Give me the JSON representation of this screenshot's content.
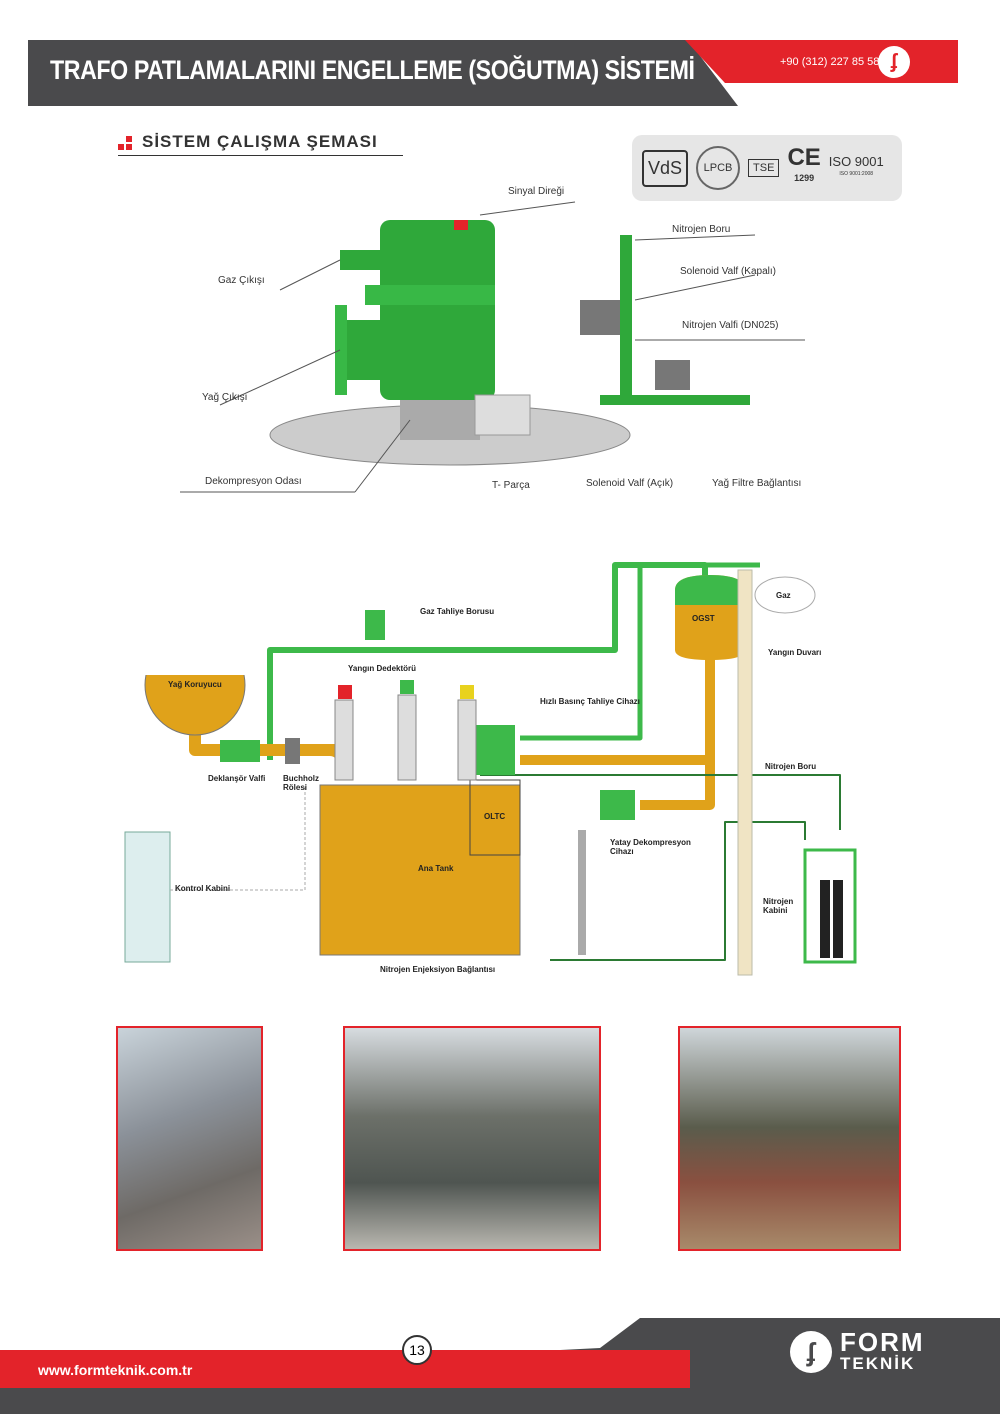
{
  "header": {
    "title": "TRAFO PATLAMALARINI ENGELLEME (SOĞUTMA) SİSTEMİ",
    "phone": "+90 (312) 227 85 58"
  },
  "section_title": "SİSTEM ÇALIŞMA ŞEMASI",
  "certifications": {
    "vds": "VdS",
    "lpcb": "LPCB",
    "tse": "TSE",
    "ce": "CE",
    "ce_number": "1299",
    "iso": "ISO 9001",
    "iso_sub": "ISO 9001:2008"
  },
  "diagram1": {
    "labels": {
      "signal": "Sinyal Direği",
      "nitrogen_pipe": "Nitrojen Boru",
      "solenoid_closed": "Solenoid Valf (Kapalı)",
      "nitrogen_valve": "Nitrojen Valfi (DN025)",
      "gas_out": "Gaz Çıkışı",
      "oil_out": "Yağ Çıkışı",
      "decomp": "Dekompresyon Odası",
      "tpart": "T- Parça",
      "solenoid_open": "Solenoid Valf (Açık)",
      "oil_filter": "Yağ Filtre Bağlantısı"
    }
  },
  "diagram2": {
    "labels": {
      "gas_pipe": "Gaz Tahliye Borusu",
      "conservator": "Yağ Koruyucu",
      "fire_detector": "Yangın Dedektörü",
      "prv": "Hızlı Basınç Tahliye Cihazı",
      "ogst": "OGST",
      "gas": "Gaz",
      "firewall": "Yangın Duvarı",
      "nitrogen_pipe": "Nitrojen Boru",
      "shutter": "Deklanşör Valfi",
      "buchholz": "Buchholz Rölesi",
      "oltc": "OLTC",
      "tank": "Ana Tank",
      "hdecomp": "Yatay Dekompresyon Cihazı",
      "control": "Kontrol Kabini",
      "n2cab": "Nitrojen Kabini",
      "n2inj": "Nitrojen Enjeksiyon Bağlantısı"
    }
  },
  "footer": {
    "url": "www.formteknik.com.tr",
    "page": "13",
    "brand_top": "FORM",
    "brand_bottom": "TEKNİK"
  }
}
